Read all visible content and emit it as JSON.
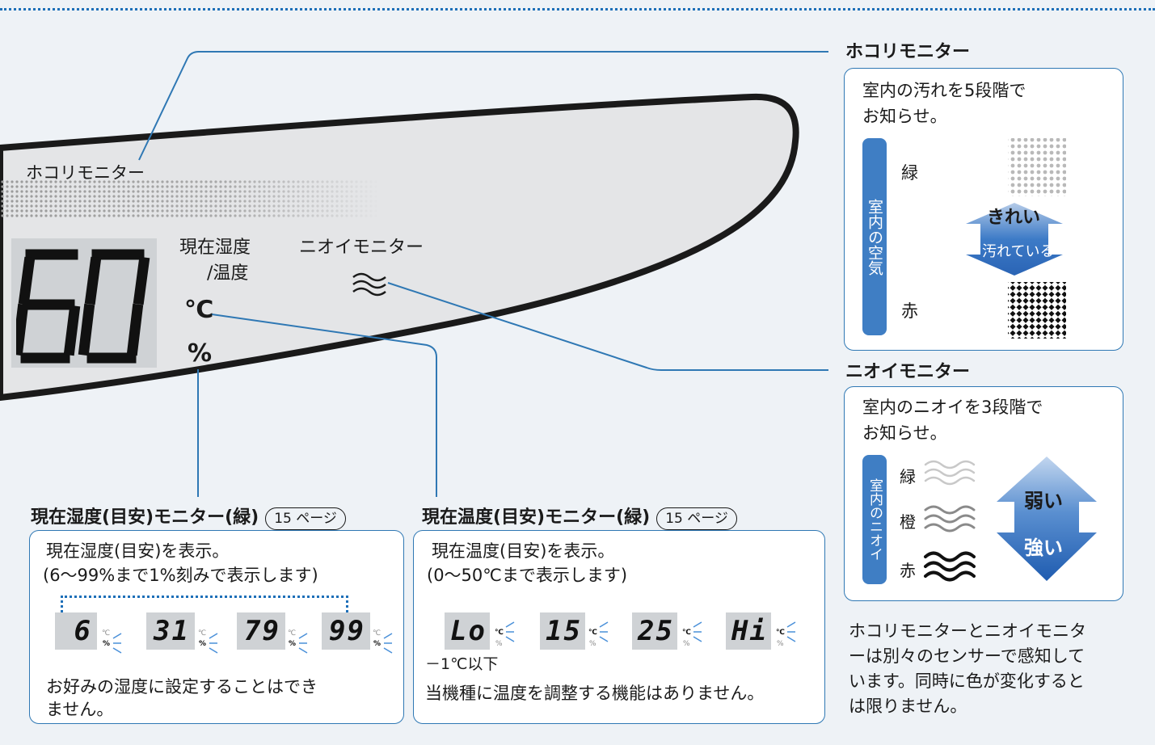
{
  "panel": {
    "dust_label": "ホコリモニター",
    "humidity_label": "現在湿度\n/温度",
    "humidity_label_l1": "現在湿度",
    "humidity_label_l2": "/温度",
    "odor_label": "ニオイモニター",
    "display_value": "60",
    "unit_c": "℃",
    "unit_pct": "%"
  },
  "dust_monitor": {
    "title": "ホコリモニター",
    "desc_l1": "室内の汚れを5段階で",
    "desc_l2": "お知らせ。",
    "side_label": "室内の空気",
    "green": "緑",
    "red": "赤",
    "arrow_top": "きれい",
    "arrow_bottom": "汚れている"
  },
  "odor_monitor": {
    "title": "ニオイモニター",
    "desc_l1": "室内のニオイを3段階で",
    "desc_l2": "お知らせ。",
    "side_label": "室内のニオイ",
    "green": "緑",
    "orange": "橙",
    "red": "赤",
    "arrow_top": "弱い",
    "arrow_bottom": "強い"
  },
  "humidity_monitor": {
    "title": "現在湿度(目安)モニター(緑)",
    "page_ref": "15 ページ",
    "desc_l1": "現在湿度(目安)を表示。",
    "desc_l2": "(6～99%まで1%刻みで表示します)",
    "examples": [
      "6",
      "31",
      "79",
      "99"
    ],
    "note_l1": "お好みの湿度に設定することはでき",
    "note_l2": "ません。"
  },
  "temperature_monitor": {
    "title": "現在温度(目安)モニター(緑)",
    "page_ref": "15 ページ",
    "desc_l1": "現在温度(目安)を表示。",
    "desc_l2": "(0～50℃まで表示します)",
    "examples": [
      "Lo",
      "15",
      "25",
      "Hi"
    ],
    "below_note": "－1℃以下",
    "note": "当機種に温度を調整する機能はありません。"
  },
  "footnote": {
    "l1": "ホコリモニターとニオイモニタ",
    "l2": "ーは別々のセンサーで感知して",
    "l3": "います。同時に色が変化すると",
    "l4": "は限りません。"
  },
  "colors": {
    "frame_blue": "#2f78b4",
    "label_blue": "#3f7ec4",
    "arrow_blue": "#2a6fc0",
    "panel_gray": "#e4e5e7"
  }
}
